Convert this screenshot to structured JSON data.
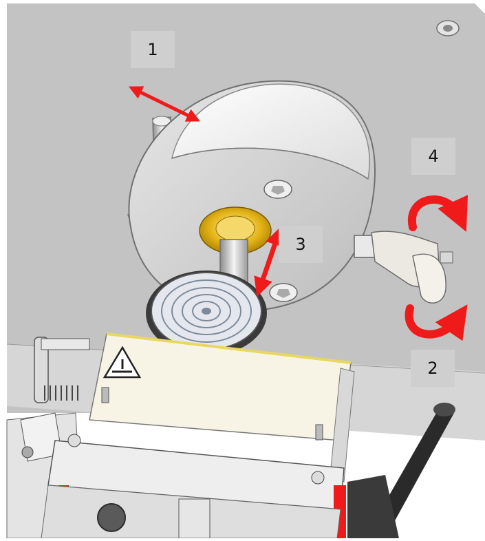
{
  "callouts": {
    "one": "1",
    "two": "2",
    "three": "3",
    "four": "4"
  },
  "colors": {
    "arrow": "#ef1b1b",
    "callout_bg": "#cfcfcf",
    "background_panel": "#c3c3c3",
    "spindle_ring": "#e3b316"
  },
  "icons": {
    "warning": "hand-crush-warning-icon"
  }
}
